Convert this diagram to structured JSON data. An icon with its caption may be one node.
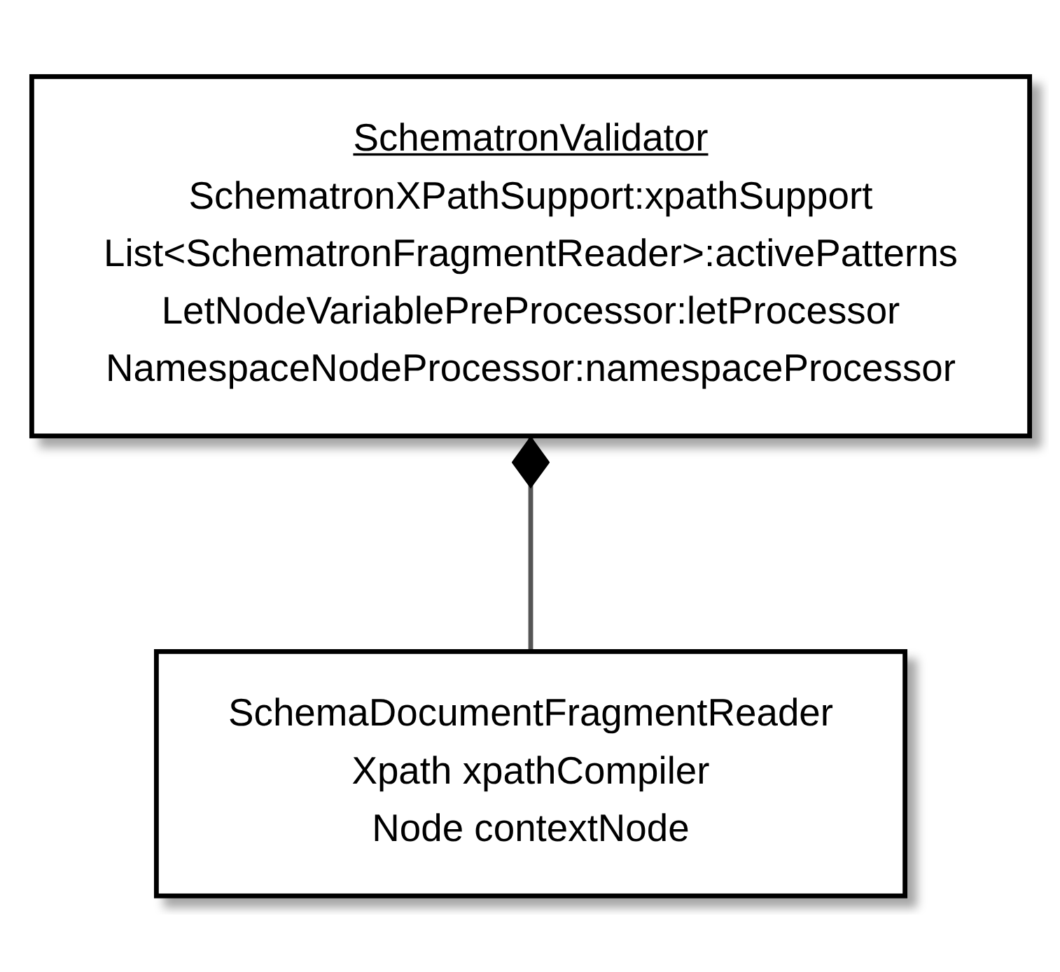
{
  "diagram": {
    "nodes": [
      {
        "text": [
          "SchematronValidator",
          "SchematronXPathSupport:xpathSupport",
          "List<SchematronFragmentReader>:activePatterns",
          "LetNodeVariablePreProcessor:letProcessor",
          "NamespaceNodeProcessor:namespaceProcessor"
        ]
      },
      {
        "text": [
          "SchemaDocumentFragmentReader",
          "Xpath xpathCompiler",
          "Node contextNode"
        ]
      }
    ],
    "edges": [
      {
        "from": 0,
        "to": 1,
        "arrow": "other"
      }
    ]
  }
}
